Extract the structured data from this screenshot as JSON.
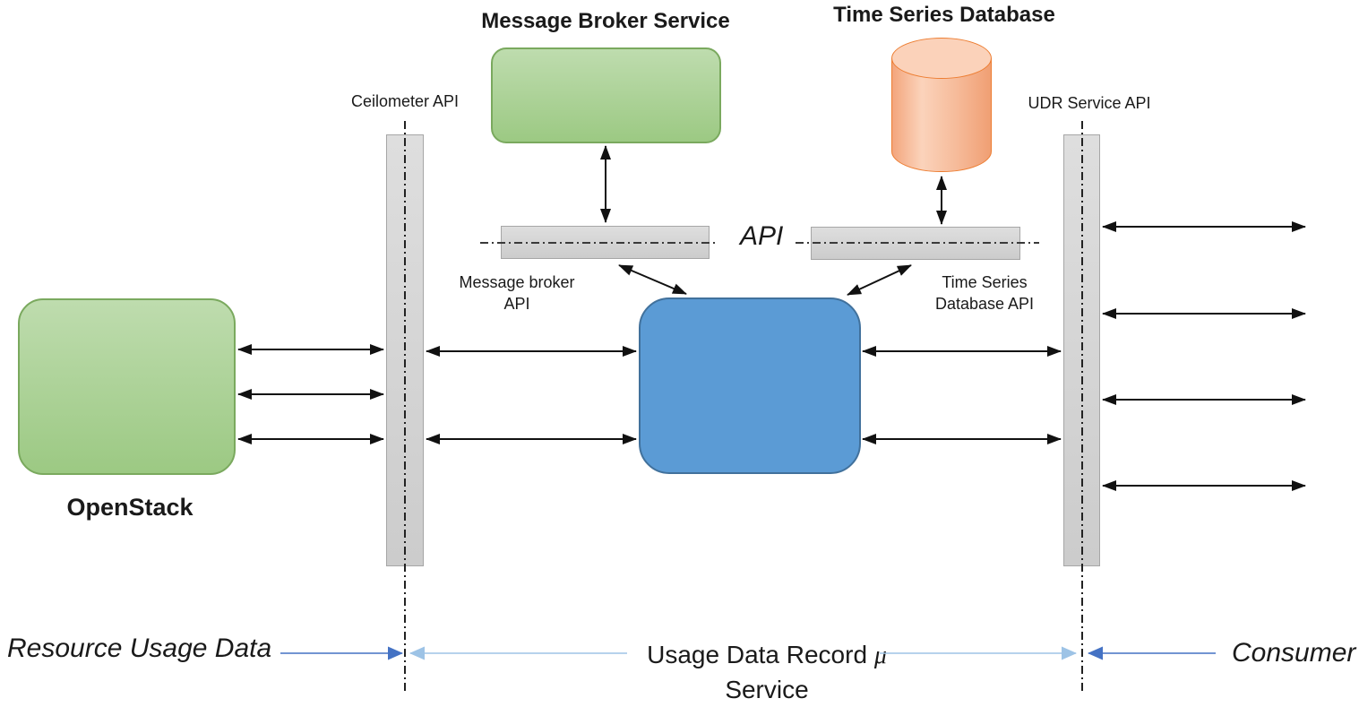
{
  "diagram": {
    "titles": {
      "message_broker_service": "Message Broker Service",
      "time_series_database": "Time Series Database",
      "openstack": "OpenStack"
    },
    "labels": {
      "ceilometer_api": "Ceilometer API",
      "udr_service_api": "UDR Service API",
      "api": "API",
      "message_broker_api": [
        "Message broker",
        "API"
      ],
      "time_series_database_api": [
        "Time Series",
        "Database API"
      ],
      "resource_usage_data": "Resource Usage Data",
      "usage_data_record": "Usage Data Record ",
      "usage_data_record_mu": "μ",
      "usage_data_record_service": "Service",
      "consumer": "Consumer"
    },
    "colors": {
      "green_fill_top": "#bedcae",
      "green_fill_bottom": "#9cc983",
      "green_border": "#7aa95e",
      "blue_fill": "#5b9bd5",
      "blue_border": "#41719c",
      "orange_fill_light": "#fbd2ba",
      "orange_border": "#ed7d31",
      "gray_fill_top": "#dedede",
      "gray_fill_bottom": "#cccccc",
      "gray_border": "#a6a6a6",
      "arrow_blue_dark": "#4472c4",
      "arrow_blue_light": "#9dc3e6"
    }
  }
}
